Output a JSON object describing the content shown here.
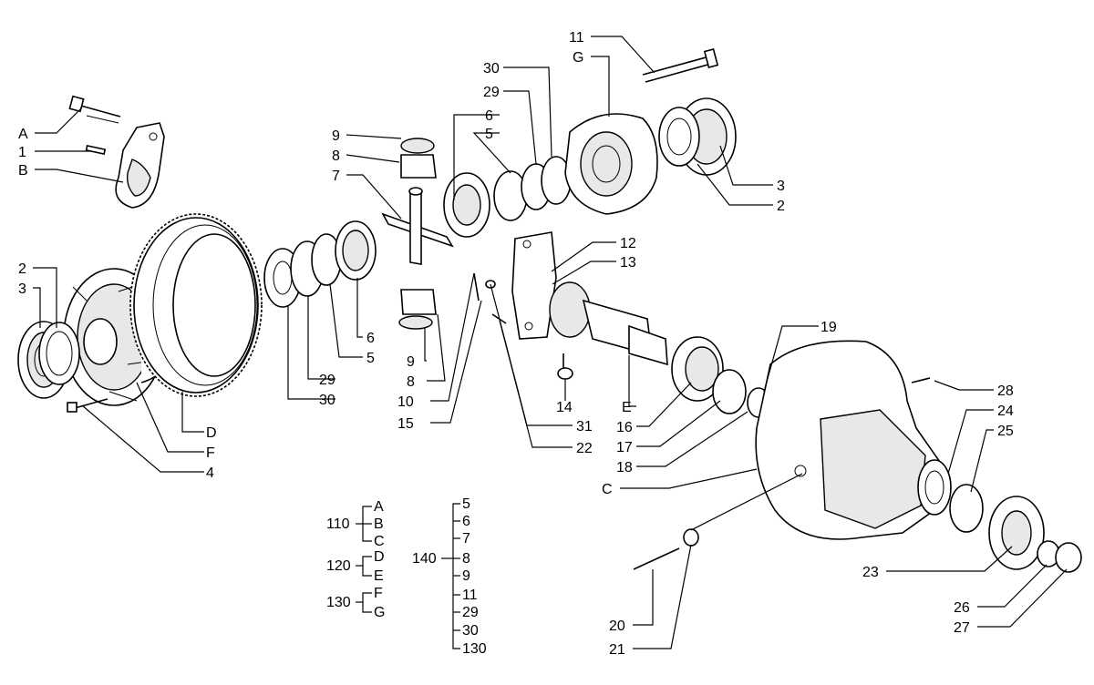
{
  "labels": {
    "A": "A",
    "1": "1",
    "B": "B",
    "9a": "9",
    "8a": "8",
    "7": "7",
    "6a": "6",
    "5a": "5",
    "30a": "30",
    "29a": "29",
    "11": "11",
    "G": "G",
    "3a": "3",
    "2a": "2",
    "2b": "2",
    "3b": "3",
    "12": "12",
    "13": "13",
    "6b": "6",
    "5b": "5",
    "29b": "29",
    "30b": "30",
    "9b": "9",
    "8b": "8",
    "10": "10",
    "15": "15",
    "31": "31",
    "22": "22",
    "14": "14",
    "E": "E",
    "16": "16",
    "17": "17",
    "18": "18",
    "19": "19",
    "28": "28",
    "24": "24",
    "25": "25",
    "C": "C",
    "23": "23",
    "26": "26",
    "27": "27",
    "20": "20",
    "21": "21",
    "D": "D",
    "F": "F",
    "4": "4"
  },
  "groups": {
    "g110": {
      "code": "110",
      "items": [
        "A",
        "B",
        "C"
      ]
    },
    "g120": {
      "code": "120",
      "items": [
        "D",
        "E"
      ]
    },
    "g130": {
      "code": "130",
      "items": [
        "F",
        "G"
      ]
    },
    "g140": {
      "code": "140",
      "items": [
        "5",
        "6",
        "7",
        "8",
        "9",
        "11",
        "29",
        "30",
        "130"
      ]
    }
  }
}
